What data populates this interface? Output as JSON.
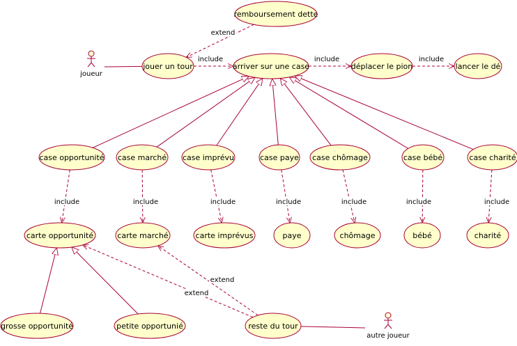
{
  "colors": {
    "usecase_fill": "#FFFFCC",
    "usecase_border": "#A80036",
    "line": "#A80036"
  },
  "actors": [
    {
      "id": "joueur",
      "label": "joueur"
    },
    {
      "id": "autre_joueur",
      "label": "autre joueur"
    }
  ],
  "usecases": [
    {
      "id": "remboursement",
      "label": "remboursement dette"
    },
    {
      "id": "jouer",
      "label": "jouer un tour"
    },
    {
      "id": "arriver",
      "label": "arriver sur une case"
    },
    {
      "id": "deplacer",
      "label": "déplacer le pion"
    },
    {
      "id": "lancer",
      "label": "lancer le dé"
    },
    {
      "id": "case_opportunite",
      "label": "case opportunité"
    },
    {
      "id": "case_marche",
      "label": "case marché"
    },
    {
      "id": "case_imprevu",
      "label": "case imprévu"
    },
    {
      "id": "case_paye",
      "label": "case paye"
    },
    {
      "id": "case_chomage",
      "label": "case chômage"
    },
    {
      "id": "case_bebe",
      "label": "case bébé"
    },
    {
      "id": "case_charite",
      "label": "case charité"
    },
    {
      "id": "carte_opportunite",
      "label": "carte opportunité"
    },
    {
      "id": "carte_marche",
      "label": "carte marché"
    },
    {
      "id": "carte_imprevus",
      "label": "carte imprévus"
    },
    {
      "id": "paye",
      "label": "paye"
    },
    {
      "id": "chomage",
      "label": "chômage"
    },
    {
      "id": "bebe",
      "label": "bébé"
    },
    {
      "id": "charite",
      "label": "charité"
    },
    {
      "id": "grosse",
      "label": "grosse opportunité"
    },
    {
      "id": "petite",
      "label": "petite opportunié"
    },
    {
      "id": "reste",
      "label": "reste du tour"
    }
  ],
  "edges": [
    {
      "from": "joueur",
      "to": "jouer",
      "kind": "association"
    },
    {
      "from": "autre_joueur",
      "to": "reste",
      "kind": "association"
    },
    {
      "from": "remboursement",
      "to": "jouer",
      "kind": "extend",
      "label": "extend"
    },
    {
      "from": "jouer",
      "to": "arriver",
      "kind": "include",
      "label": "include"
    },
    {
      "from": "arriver",
      "to": "deplacer",
      "kind": "include",
      "label": "include"
    },
    {
      "from": "deplacer",
      "to": "lancer",
      "kind": "include",
      "label": "include"
    },
    {
      "from": "case_opportunite",
      "to": "arriver",
      "kind": "generalization"
    },
    {
      "from": "case_marche",
      "to": "arriver",
      "kind": "generalization"
    },
    {
      "from": "case_imprevu",
      "to": "arriver",
      "kind": "generalization"
    },
    {
      "from": "case_paye",
      "to": "arriver",
      "kind": "generalization"
    },
    {
      "from": "case_chomage",
      "to": "arriver",
      "kind": "generalization"
    },
    {
      "from": "case_bebe",
      "to": "arriver",
      "kind": "generalization"
    },
    {
      "from": "case_charite",
      "to": "arriver",
      "kind": "generalization"
    },
    {
      "from": "case_opportunite",
      "to": "carte_opportunite",
      "kind": "include",
      "label": "include"
    },
    {
      "from": "case_marche",
      "to": "carte_marche",
      "kind": "include",
      "label": "include"
    },
    {
      "from": "case_imprevu",
      "to": "carte_imprevus",
      "kind": "include",
      "label": "include"
    },
    {
      "from": "case_paye",
      "to": "paye",
      "kind": "include",
      "label": "include"
    },
    {
      "from": "case_chomage",
      "to": "chomage",
      "kind": "include",
      "label": "include"
    },
    {
      "from": "case_bebe",
      "to": "bebe",
      "kind": "include",
      "label": "include"
    },
    {
      "from": "case_charite",
      "to": "charite",
      "kind": "include",
      "label": "include"
    },
    {
      "from": "grosse",
      "to": "carte_opportunite",
      "kind": "generalization"
    },
    {
      "from": "petite",
      "to": "carte_opportunite",
      "kind": "generalization"
    },
    {
      "from": "reste",
      "to": "carte_opportunite",
      "kind": "extend",
      "label": "extend"
    },
    {
      "from": "reste",
      "to": "carte_marche",
      "kind": "extend",
      "label": "extend"
    }
  ]
}
